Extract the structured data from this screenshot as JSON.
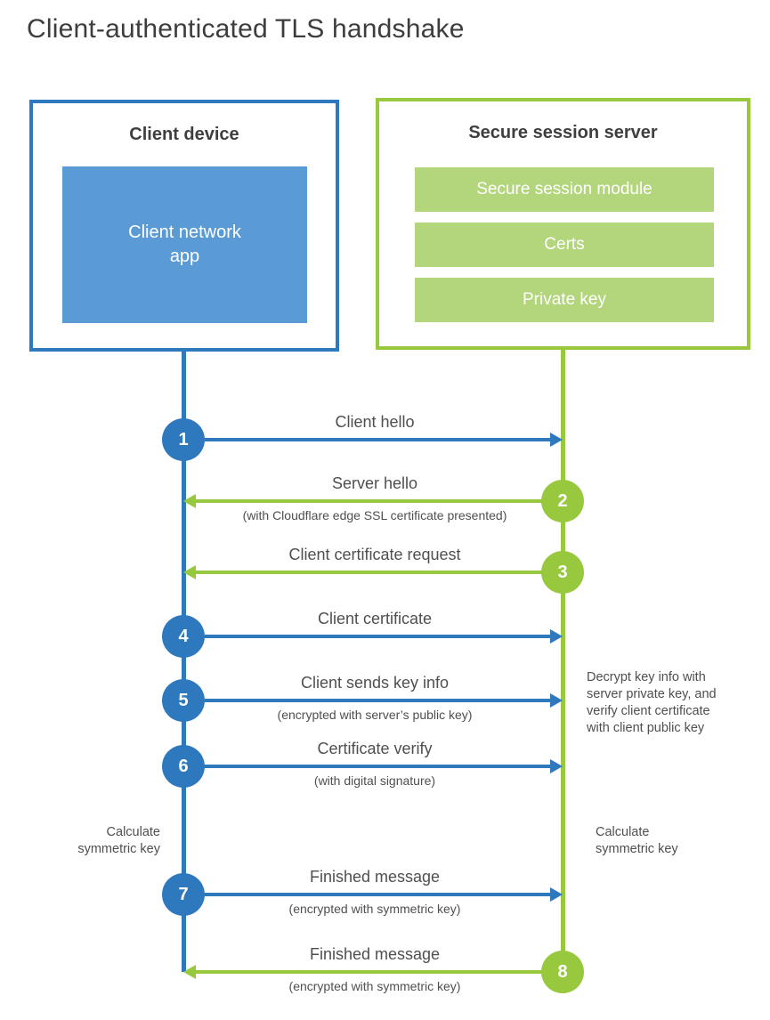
{
  "title": "Client-authenticated TLS handshake",
  "colors": {
    "client_accent": "#2e78bd",
    "client_fill": "#5b9bd5",
    "server_accent": "#97c83d",
    "server_fill": "#b3d67c",
    "text": "#4f4f4f"
  },
  "client_box": {
    "title": "Client device",
    "app_label": "Client network\napp"
  },
  "server_box": {
    "title": "Secure session server",
    "modules": [
      "Secure session module",
      "Certs",
      "Private key"
    ]
  },
  "steps": [
    {
      "number": "1",
      "label": "Client hello",
      "sublabel": "",
      "direction": "right",
      "actor": "client"
    },
    {
      "number": "2",
      "label": "Server hello",
      "sublabel": "(with Cloudflare edge SSL certificate presented)",
      "direction": "left",
      "actor": "server"
    },
    {
      "number": "3",
      "label": "Client certificate request",
      "sublabel": "",
      "direction": "left",
      "actor": "server"
    },
    {
      "number": "4",
      "label": "Client certificate",
      "sublabel": "",
      "direction": "right",
      "actor": "client"
    },
    {
      "number": "5",
      "label": "Client sends key info",
      "sublabel": "(encrypted with server’s public key)",
      "direction": "right",
      "actor": "client"
    },
    {
      "number": "6",
      "label": "Certificate verify",
      "sublabel": "(with digital signature)",
      "direction": "right",
      "actor": "client"
    },
    {
      "number": "7",
      "label": "Finished message",
      "sublabel": "(encrypted with symmetric key)",
      "direction": "right",
      "actor": "client"
    },
    {
      "number": "8",
      "label": "Finished message",
      "sublabel": "(encrypted with symmetric key)",
      "direction": "left",
      "actor": "server"
    }
  ],
  "annotations": {
    "server_note": "Decrypt key info with\nserver private key, and\nverify client certificate\nwith client public key",
    "client_calc": "Calculate\nsymmetric key",
    "server_calc": "Calculate\nsymmetric key"
  }
}
